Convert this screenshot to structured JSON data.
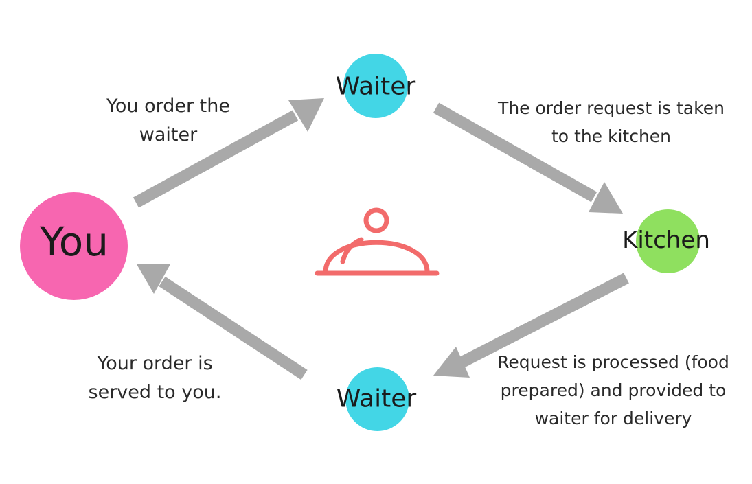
{
  "nodes": {
    "you": {
      "label": "You",
      "color": "#f766b0"
    },
    "waiter_top": {
      "label": "Waiter",
      "color": "#43d6e6"
    },
    "kitchen": {
      "label": "Kitchen",
      "color": "#8fe05f"
    },
    "waiter_bottom": {
      "label": "Waiter",
      "color": "#43d6e6"
    }
  },
  "captions": {
    "order_line1": "You order the",
    "order_line2": "waiter",
    "to_kitchen_line1": "The order request is taken",
    "to_kitchen_line2": "to the kitchen",
    "processed_line1": "Request is processed (food",
    "processed_line2": "prepared) and provided to",
    "processed_line3": "waiter for delivery",
    "served_line1": "Your order is",
    "served_line2": "served to you."
  },
  "icons": {
    "center": "food-cloche-icon"
  },
  "colors": {
    "arrow": "#a9a9a9",
    "cloche": "#f26b6b"
  }
}
